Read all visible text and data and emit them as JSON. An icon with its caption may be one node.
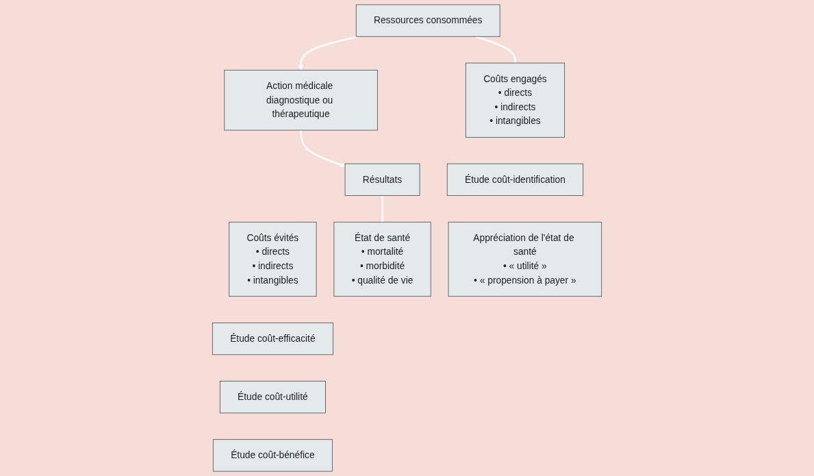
{
  "diagram": {
    "nodes": [
      {
        "text": [
          "Action médicale diagnostique ou thérapeutique"
        ]
      },
      {
        "text": [
          "Ressources consommées"
        ]
      },
      {
        "text": [
          "Résultats"
        ]
      },
      {
        "text": [
          "Coûts engagés",
          "• directs",
          "• indirects",
          "• intangibles"
        ]
      },
      {
        "text": [
          "Coûts évités",
          "• directs",
          "• indirects",
          "• intangibles"
        ]
      },
      {
        "text": [
          "État de santé",
          "• mortalité",
          "• morbidité",
          "• qualité de vie"
        ]
      },
      {
        "text": [
          "Appréciation de l'état de santé",
          "• « utilité »",
          "• « propension à payer »"
        ]
      },
      {
        "text": [
          "Étude coût-identification"
        ]
      },
      {
        "text": [
          "Étude coût-efficacité"
        ]
      },
      {
        "text": [
          "Étude coût-utilité"
        ]
      },
      {
        "text": [
          "Étude coût-bénéfice"
        ]
      }
    ],
    "edges": [
      {
        "from": 1,
        "to": 0,
        "arrow": "to"
      },
      {
        "from": 0,
        "to": 2,
        "arrow": "to"
      },
      {
        "from": 1,
        "to": 3,
        "arrow": "none"
      },
      {
        "from": 2,
        "to": 5,
        "arrow": "none"
      }
    ]
  }
}
